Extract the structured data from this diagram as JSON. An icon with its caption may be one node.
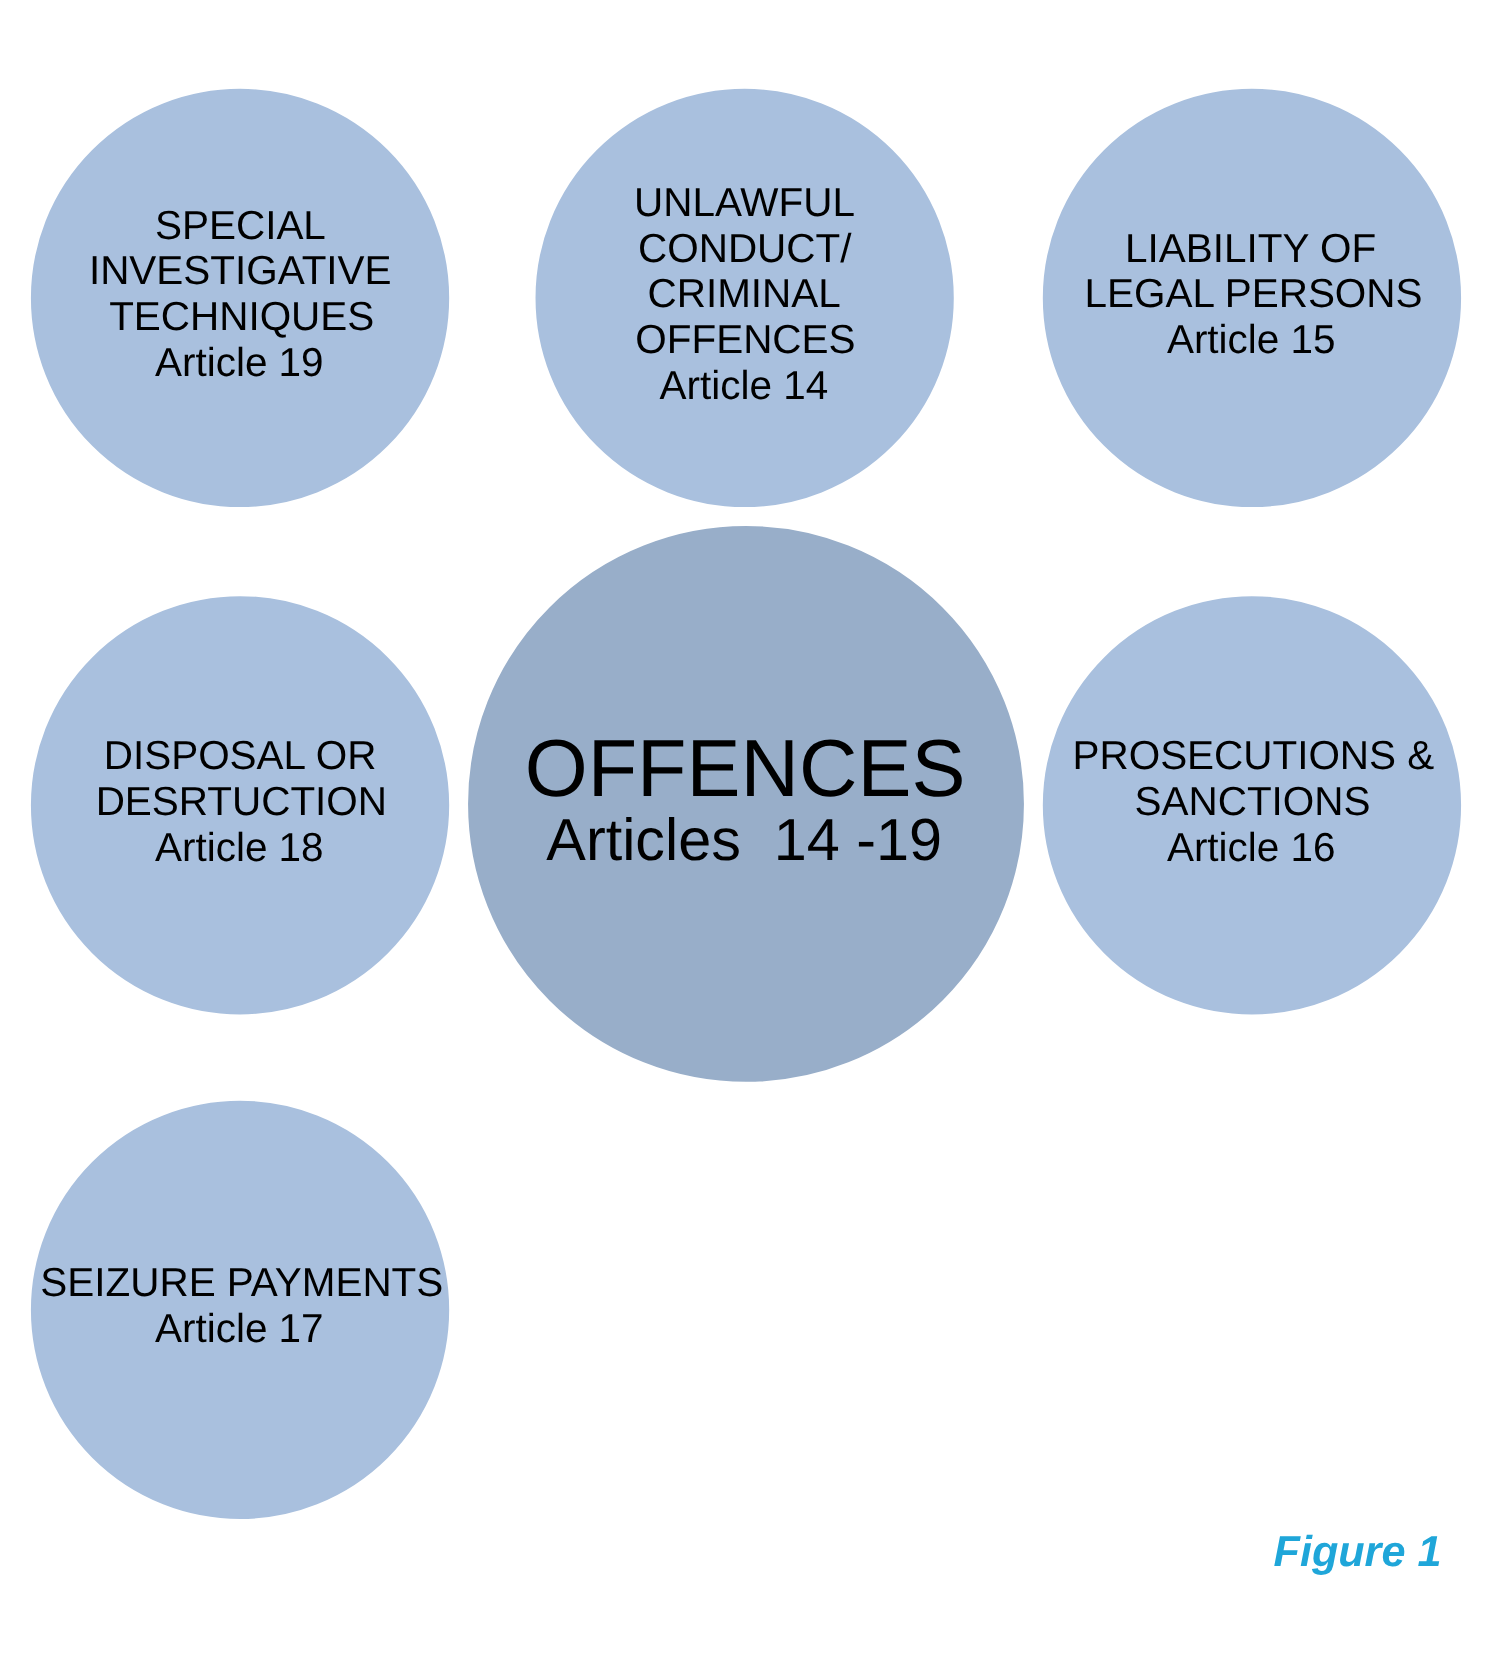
{
  "diagram": {
    "caption": "Figure 1",
    "nodes": [
      {
        "text": [
          "OFFENCES",
          "Articles  14 -19"
        ]
      },
      {
        "text": [
          "UNLAWFUL CONDUCT/ CRIMINAL OFFENCES",
          "Article 14"
        ]
      },
      {
        "text": [
          "LIABILITY OF LEGAL PERSONS",
          "Article 15"
        ]
      },
      {
        "text": [
          "PROSECUTIONS & SANCTIONS",
          "Article 16"
        ]
      },
      {
        "text": [
          "SEIZURE PAYMENTS",
          "Article 17"
        ]
      },
      {
        "text": [
          "DISPOSAL OR DESRTUCTION",
          "Article 18"
        ]
      },
      {
        "text": [
          "SPECIAL INVESTIGATIVE TECHNIQUES",
          "Article 19"
        ]
      }
    ]
  }
}
